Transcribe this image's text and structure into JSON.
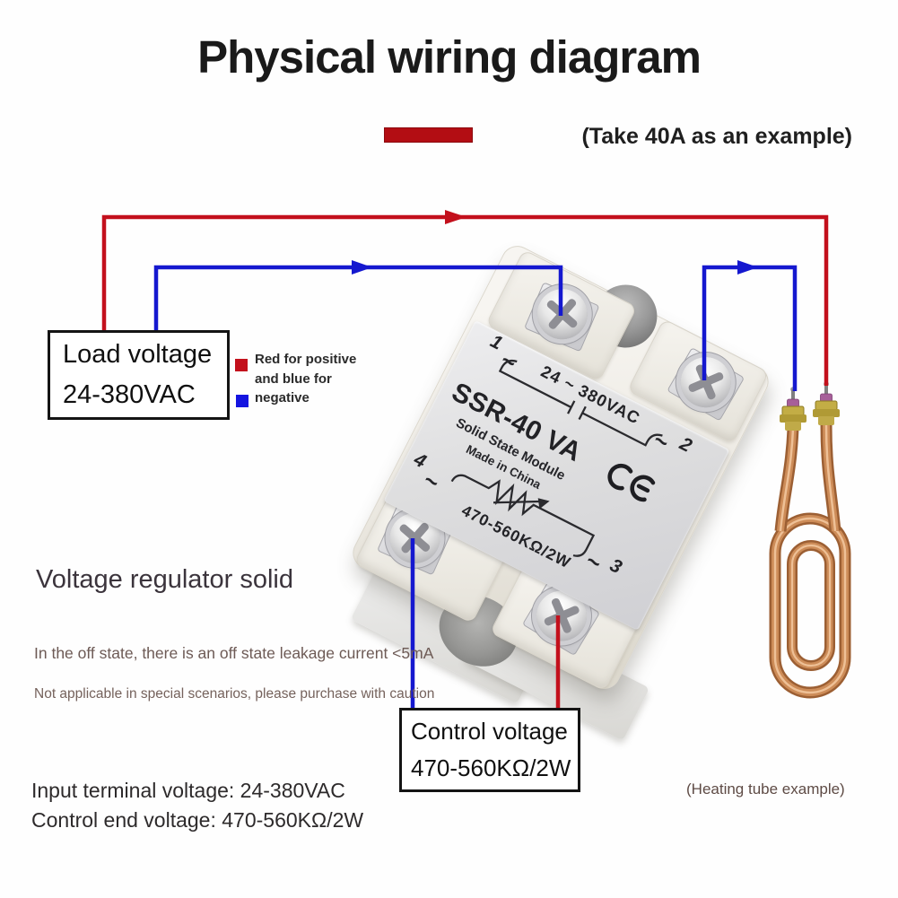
{
  "header": {
    "title": "Physical wiring diagram",
    "subtitle": "(Take 40A as an example)"
  },
  "legend": {
    "line1": "Red for positive",
    "line2": "and blue for",
    "line3": "negative"
  },
  "load_box": {
    "line1": "Load voltage",
    "line2": "24-380VAC"
  },
  "control_box": {
    "line1": "Control voltage",
    "line2": "470-560KΩ/2W"
  },
  "module": {
    "model": "SSR-40 VA",
    "type_line": "Solid State Module",
    "origin": "Made in China",
    "ce_mark": "CE",
    "ac_rating": "24 ~ 380VAC",
    "control_rating": "470-560KΩ/2W",
    "terminal_1": "1",
    "terminal_2": "2",
    "terminal_3": "3",
    "terminal_4": "4",
    "tilde": "~"
  },
  "notes": {
    "heading": "Voltage regulator solid",
    "note1": "In the off state, there is an off state leakage current <5mA",
    "note2": "Not applicable in special scenarios, please purchase with caution"
  },
  "footer": {
    "line1": "Input terminal voltage: 24-380VAC",
    "line2": "Control end voltage: 470-560KΩ/2W"
  },
  "heating": {
    "caption": "(Heating tube example)"
  },
  "colors": {
    "wire_red": "#c3101c",
    "wire_blue": "#1518cf",
    "accent_bar": "#b30d13",
    "copper_dark": "#9c5f33",
    "copper_mid": "#cd8c58",
    "copper_light": "#eec096"
  }
}
